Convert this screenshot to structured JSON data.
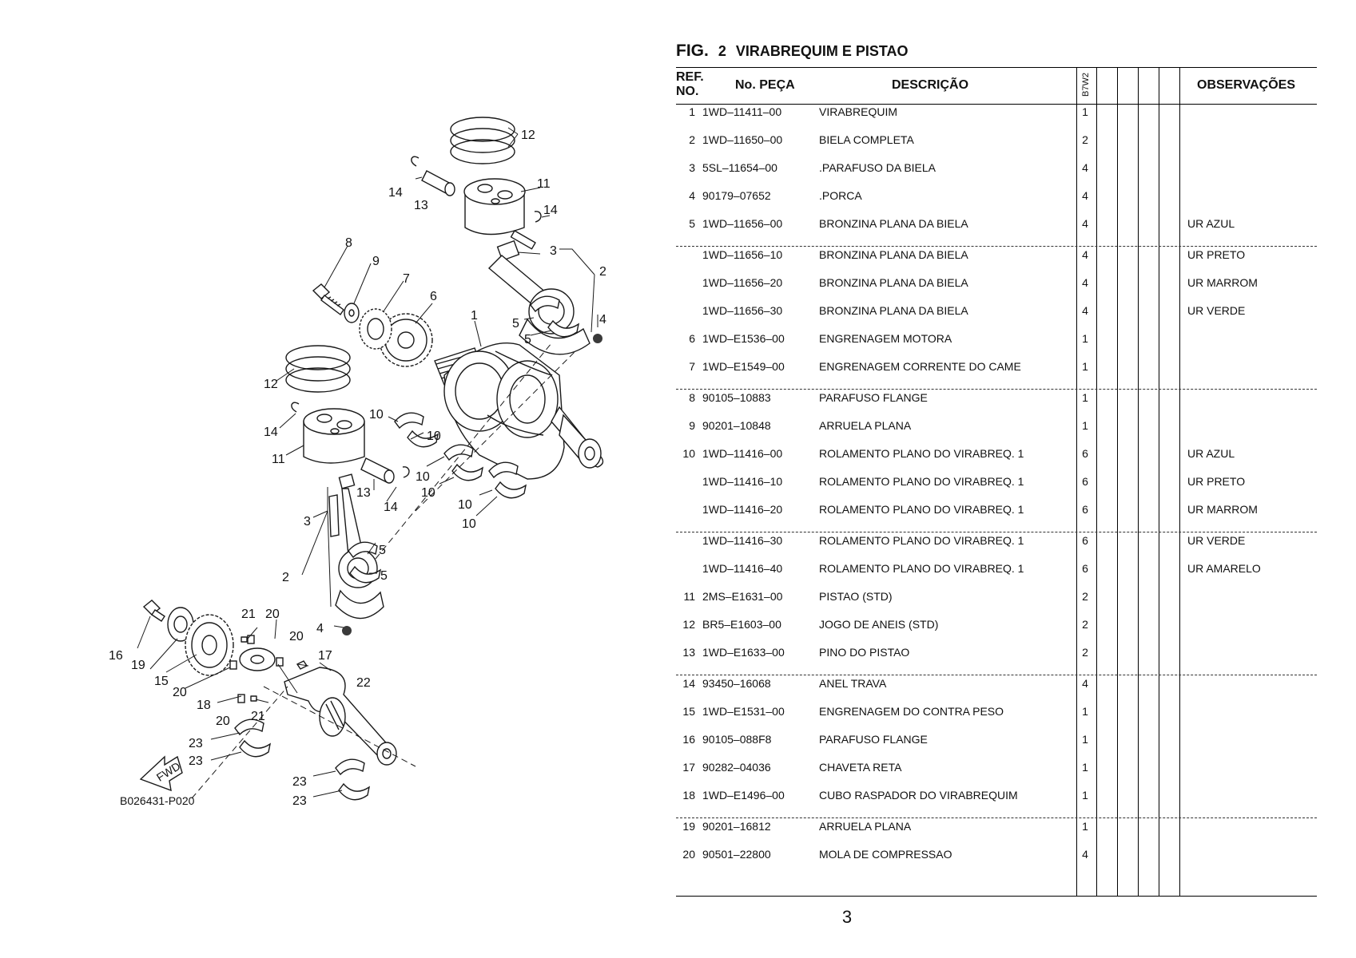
{
  "diagram": {
    "callouts": [
      "1",
      "2",
      "2",
      "3",
      "3",
      "4",
      "4",
      "5",
      "5",
      "5",
      "5",
      "6",
      "7",
      "8",
      "9",
      "10",
      "10",
      "10",
      "10",
      "10",
      "10",
      "11",
      "11",
      "12",
      "12",
      "13",
      "13",
      "14",
      "14",
      "14",
      "14",
      "15",
      "16",
      "17",
      "18",
      "19",
      "20",
      "20",
      "20",
      "20",
      "21",
      "21",
      "22",
      "23",
      "23",
      "23",
      "23"
    ],
    "fwd_label": "FWD",
    "code": "B026431-P020"
  },
  "figure": {
    "label": "FIG.",
    "number": "2",
    "title": "VIRABREQUIM E PISTAO"
  },
  "table": {
    "headers": {
      "ref": "REF. NO.",
      "part_no": "No. PEÇA",
      "description": "DESCRIÇÃO",
      "model": "B7W2",
      "remarks": "OBSERVAÇÕES"
    },
    "rows": [
      {
        "ref": "1",
        "part_no": "1WD–11411–00",
        "description": "VIRABREQUIM",
        "qty": "1",
        "remarks": ""
      },
      {
        "ref": "2",
        "part_no": "1WD–11650–00",
        "description": "BIELA COMPLETA",
        "qty": "2",
        "remarks": ""
      },
      {
        "ref": "3",
        "part_no": "5SL–11654–00",
        "description": ".PARAFUSO DA BIELA",
        "qty": "4",
        "remarks": ""
      },
      {
        "ref": "4",
        "part_no": "90179–07652",
        "description": ".PORCA",
        "qty": "4",
        "remarks": ""
      },
      {
        "ref": "5",
        "part_no": "1WD–11656–00",
        "description": "BRONZINA PLANA DA BIELA",
        "qty": "4",
        "remarks": "UR AZUL"
      },
      {
        "ref": "",
        "part_no": "1WD–11656–10",
        "description": "BRONZINA PLANA DA BIELA",
        "qty": "4",
        "remarks": "UR PRETO"
      },
      {
        "ref": "",
        "part_no": "1WD–11656–20",
        "description": "BRONZINA PLANA DA BIELA",
        "qty": "4",
        "remarks": "UR MARROM"
      },
      {
        "ref": "",
        "part_no": "1WD–11656–30",
        "description": "BRONZINA PLANA DA BIELA",
        "qty": "4",
        "remarks": "UR VERDE"
      },
      {
        "ref": "6",
        "part_no": "1WD–E1536–00",
        "description": "ENGRENAGEM MOTORA",
        "qty": "1",
        "remarks": ""
      },
      {
        "ref": "7",
        "part_no": "1WD–E1549–00",
        "description": "ENGRENAGEM CORRENTE DO CAME",
        "qty": "1",
        "remarks": ""
      },
      {
        "ref": "8",
        "part_no": "90105–10883",
        "description": "PARAFUSO FLANGE",
        "qty": "1",
        "remarks": ""
      },
      {
        "ref": "9",
        "part_no": "90201–10848",
        "description": "ARRUELA PLANA",
        "qty": "1",
        "remarks": ""
      },
      {
        "ref": "10",
        "part_no": "1WD–11416–00",
        "description": "ROLAMENTO PLANO DO VIRABREQ. 1",
        "qty": "6",
        "remarks": "UR AZUL"
      },
      {
        "ref": "",
        "part_no": "1WD–11416–10",
        "description": "ROLAMENTO PLANO DO VIRABREQ. 1",
        "qty": "6",
        "remarks": "UR PRETO"
      },
      {
        "ref": "",
        "part_no": "1WD–11416–20",
        "description": "ROLAMENTO PLANO DO VIRABREQ. 1",
        "qty": "6",
        "remarks": "UR MARROM"
      },
      {
        "ref": "",
        "part_no": "1WD–11416–30",
        "description": "ROLAMENTO PLANO DO VIRABREQ. 1",
        "qty": "6",
        "remarks": "UR VERDE"
      },
      {
        "ref": "",
        "part_no": "1WD–11416–40",
        "description": "ROLAMENTO PLANO DO VIRABREQ. 1",
        "qty": "6",
        "remarks": "UR AMARELO"
      },
      {
        "ref": "11",
        "part_no": "2MS–E1631–00",
        "description": "PISTAO (STD)",
        "qty": "2",
        "remarks": ""
      },
      {
        "ref": "12",
        "part_no": "BR5–E1603–00",
        "description": "JOGO DE ANEIS (STD)",
        "qty": "2",
        "remarks": ""
      },
      {
        "ref": "13",
        "part_no": "1WD–E1633–00",
        "description": "PINO DO PISTAO",
        "qty": "2",
        "remarks": ""
      },
      {
        "ref": "14",
        "part_no": "93450–16068",
        "description": "ANEL TRAVA",
        "qty": "4",
        "remarks": ""
      },
      {
        "ref": "15",
        "part_no": "1WD–E1531–00",
        "description": "ENGRENAGEM DO CONTRA PESO",
        "qty": "1",
        "remarks": ""
      },
      {
        "ref": "16",
        "part_no": "90105–088F8",
        "description": "PARAFUSO FLANGE",
        "qty": "1",
        "remarks": ""
      },
      {
        "ref": "17",
        "part_no": "90282–04036",
        "description": "CHAVETA RETA",
        "qty": "1",
        "remarks": ""
      },
      {
        "ref": "18",
        "part_no": "1WD–E1496–00",
        "description": "CUBO RASPADOR DO VIRABREQUIM",
        "qty": "1",
        "remarks": ""
      },
      {
        "ref": "19",
        "part_no": "90201–16812",
        "description": "ARRUELA PLANA",
        "qty": "1",
        "remarks": ""
      },
      {
        "ref": "20",
        "part_no": "90501–22800",
        "description": "MOLA DE COMPRESSAO",
        "qty": "4",
        "remarks": ""
      }
    ]
  },
  "page_number": "3"
}
